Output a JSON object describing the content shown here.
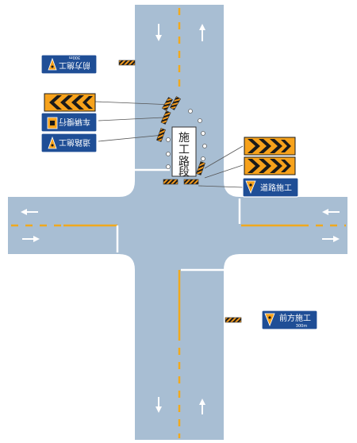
{
  "colors": {
    "road": "#a8bed3",
    "lane_yellow": "#f0a91e",
    "lane_white": "#ffffff",
    "sign_blue": "#1f4e96",
    "chevron_orange": "#f7a21b",
    "chevron_black": "#1a1a1a",
    "barrier_orange": "#f39a1c"
  },
  "work_zone": {
    "label_chars": [
      "施",
      "工",
      "路",
      "段"
    ]
  },
  "signs": {
    "chevron_board_icon": "chevron-left-arrows-icon",
    "work_ahead_top": {
      "text": "前方施工",
      "distance": "300m",
      "icon": "road-worker-icon"
    },
    "lane_closed": {
      "text": "车辆慢行",
      "icon": "slow-vehicle-icon"
    },
    "road_work_left": {
      "text": "道路施工",
      "icon": "road-worker-icon"
    },
    "road_work_right": {
      "text": "道路施工",
      "icon": "road-worker-icon"
    },
    "work_ahead_bottom": {
      "text": "前方施工",
      "distance": "300m",
      "icon": "road-worker-icon"
    }
  }
}
